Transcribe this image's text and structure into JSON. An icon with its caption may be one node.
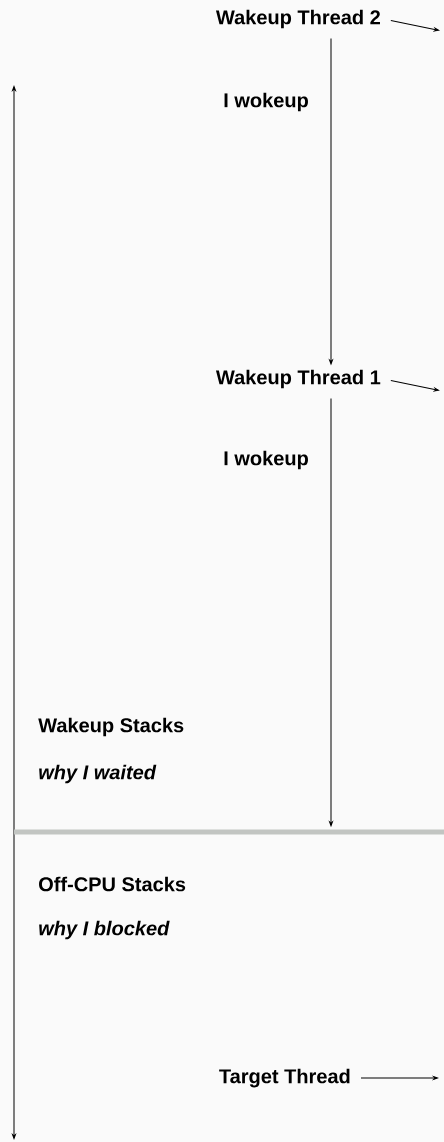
{
  "diagram": {
    "nodes": [
      {
        "text": [
          "Wakeup Thread 2"
        ]
      },
      {
        "text": [
          "Wakeup Thread 1"
        ]
      },
      {
        "text": [],
        "shape": "bar"
      },
      {
        "text": [
          "Target Thread"
        ]
      }
    ],
    "edges": [
      {
        "from": 0,
        "to": null,
        "arrow": "to"
      },
      {
        "from": 0,
        "to": 1,
        "arrow": "to",
        "label": "I wokeup"
      },
      {
        "from": 1,
        "to": null,
        "arrow": "to"
      },
      {
        "from": 1,
        "to": 2,
        "arrow": "to",
        "label": "I wokeup"
      },
      {
        "from": 3,
        "to": null,
        "arrow": "to"
      }
    ],
    "labels": [
      "Wakeup Stacks",
      "why I waited",
      "Off-CPU Stacks",
      "why I blocked"
    ]
  }
}
